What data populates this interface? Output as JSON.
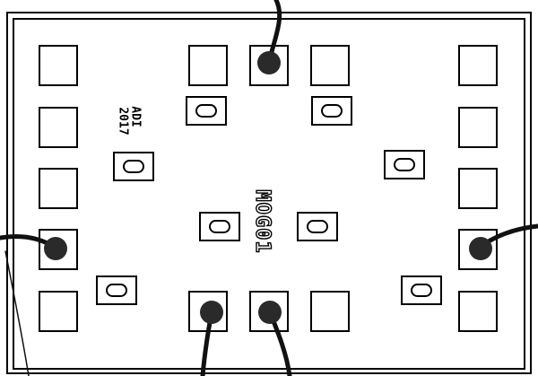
{
  "board": {
    "label_main": "MOG01",
    "label_corner_line1": "ADI",
    "label_corner_line2": "2017"
  },
  "colors": {
    "background": "#ffffff",
    "outline": "#000000",
    "dot_fill": "#2a2a2a",
    "wire": "#111111"
  }
}
